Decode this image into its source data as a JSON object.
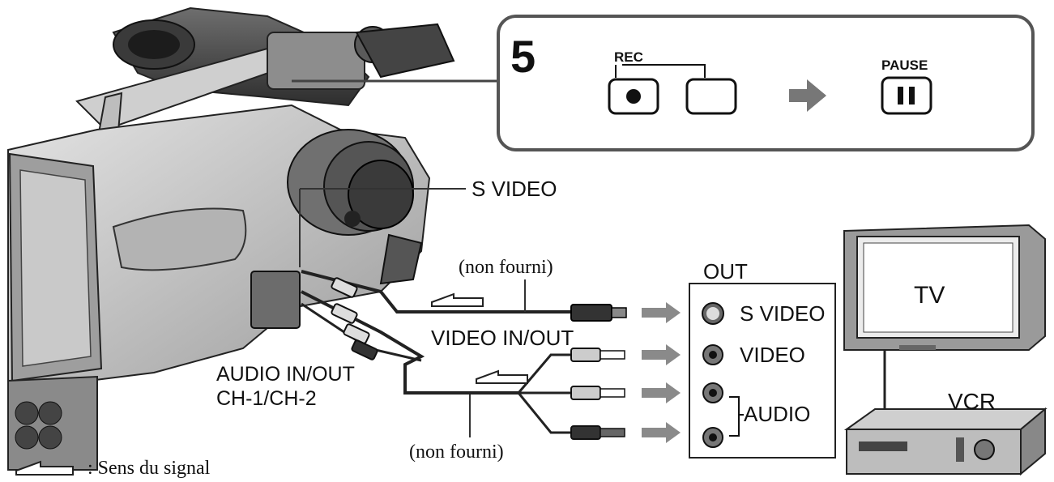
{
  "step": {
    "number": "5",
    "rec_label": "REC",
    "pause_label": "PAUSE"
  },
  "camcorder": {
    "svideo_label": "S VIDEO",
    "video_inout_label": "VIDEO IN/OUT",
    "audio_inout_label": "AUDIO IN/OUT",
    "channels_label": "CH-1/CH-2"
  },
  "cables": {
    "top_note": "(non fourni)",
    "bottom_note": "(non fourni)"
  },
  "vcr_panel": {
    "out_label": "OUT",
    "svideo_label": "S VIDEO",
    "video_label": "VIDEO",
    "audio_label": "AUDIO"
  },
  "devices": {
    "tv_label": "TV",
    "vcr_label": "VCR"
  },
  "legend": {
    "text": ": Sens du signal"
  }
}
